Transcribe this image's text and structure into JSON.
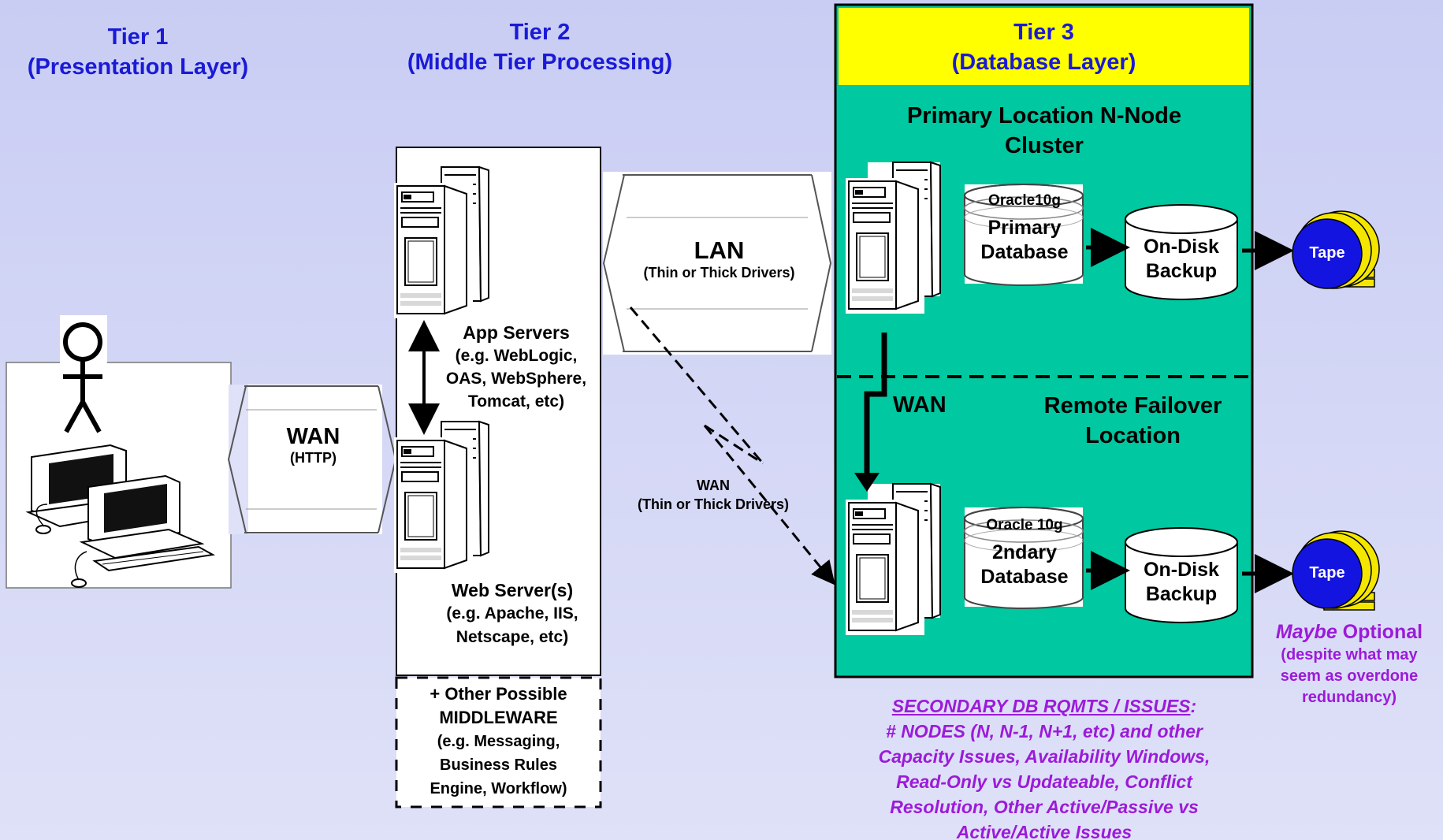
{
  "tier1": {
    "title": "Tier 1",
    "subtitle": "(Presentation Layer)"
  },
  "tier2": {
    "title": "Tier 2",
    "subtitle": "(Middle Tier Processing)"
  },
  "tier3": {
    "title": "Tier 3",
    "subtitle": "(Database Layer)"
  },
  "wan_http": {
    "label": "WAN",
    "sub": "(HTTP)"
  },
  "app_servers": {
    "title": "App Servers",
    "lines": [
      "(e.g. WebLogic,",
      "OAS, WebSphere,",
      "Tomcat, etc)"
    ]
  },
  "web_servers": {
    "title": "Web Server(s)",
    "lines": [
      "(e.g. Apache, IIS,",
      "Netscape, etc)"
    ]
  },
  "middleware": {
    "lines": [
      "+ Other Possible",
      "MIDDLEWARE",
      "(e.g. Messaging,",
      "Business Rules",
      "Engine, Workflow)"
    ]
  },
  "lan": {
    "label": "LAN",
    "sub": "(Thin or Thick Drivers)"
  },
  "wan_drivers": {
    "label": "WAN",
    "sub": "(Thin or Thick Drivers)"
  },
  "primary_location": {
    "lines": [
      "Primary Location N-Node",
      "Cluster"
    ]
  },
  "remote_location": {
    "lines": [
      "Remote Failover",
      "Location"
    ]
  },
  "wan_link": "WAN",
  "primary_db": {
    "product": "Oracle10g",
    "lines": [
      "Primary",
      "Database"
    ]
  },
  "secondary_db": {
    "product": "Oracle 10g",
    "lines": [
      "2ndary",
      "Database"
    ]
  },
  "backup_primary": {
    "lines": [
      "On-Disk",
      "Backup"
    ]
  },
  "backup_secondary": {
    "lines": [
      "On-Disk",
      "Backup"
    ]
  },
  "tape_primary": "Tape",
  "tape_secondary": "Tape",
  "optional_note": {
    "italic": "Maybe",
    "rest": " Optional",
    "lines": [
      "(despite what may",
      "seem as overdone",
      "redundancy)"
    ]
  },
  "secondary_issues": {
    "heading": "SECONDARY DB RQMTS / ISSUES",
    "colon": ":",
    "lines": [
      "# NODES (N, N-1, N+1, etc) and other",
      "Capacity Issues, Availability Windows,",
      "Read-Only vs Updateable, Conflict",
      "Resolution, Other Active/Passive vs",
      "Active/Active Issues"
    ]
  },
  "colors": {
    "tier_title": "#1a1ad6",
    "tier3_fill": "#00c8a0",
    "tier3_header": "#ffff00",
    "tape_blue": "#1414e0",
    "tape_yellow": "#f5e600",
    "note_purple": "#9b1bd8"
  }
}
